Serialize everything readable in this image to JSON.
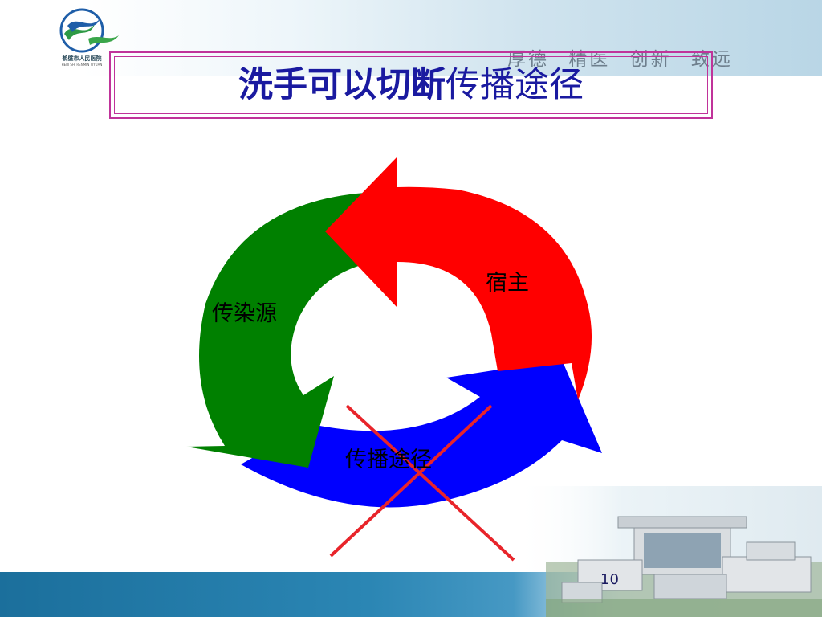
{
  "header": {
    "logo_caption": "鹤壁市人民医院",
    "logo_sub": "HEBI SHI RENMIN YIYUAN",
    "motto": "厚德 精医 创新 致远"
  },
  "title": {
    "bold_part": "洗手可以切断",
    "thin_part": "传播途径"
  },
  "diagram": {
    "labels": {
      "source": "传染源",
      "host": "宿主",
      "route": "传播途径"
    },
    "colors": {
      "source_arrow": "#008000",
      "host_arrow": "#ff0000",
      "route_arrow": "#0000ff",
      "cross": "#e8242a"
    }
  },
  "footer": {
    "page_number": "10"
  }
}
